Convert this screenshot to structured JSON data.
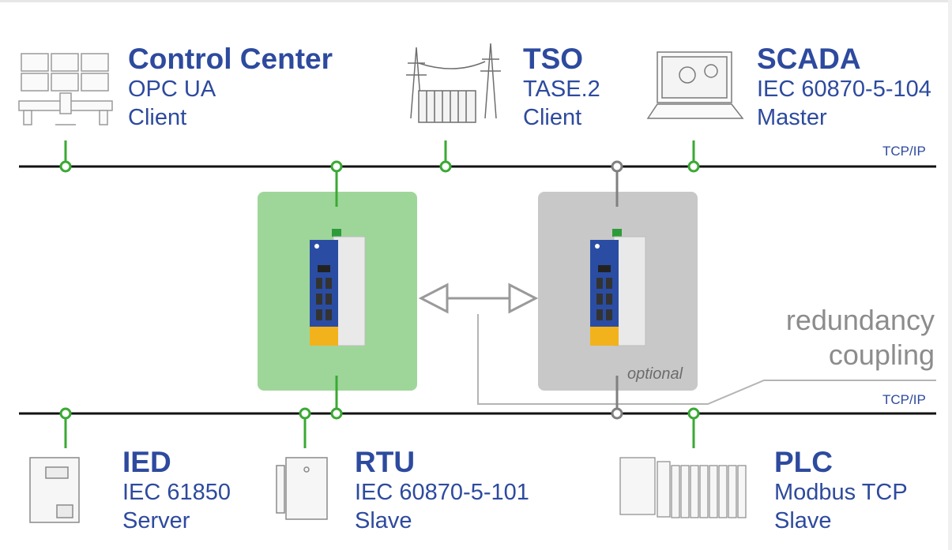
{
  "nodes": {
    "control_center": {
      "title": "Control Center",
      "line1": "OPC UA",
      "line2": "Client"
    },
    "tso": {
      "title": "TSO",
      "line1": "TASE.2",
      "line2": "Client"
    },
    "scada": {
      "title": "SCADA",
      "line1": "IEC 60870-5-104",
      "line2": "Master"
    },
    "ied": {
      "title": "IED",
      "line1": "IEC 61850",
      "line2": "Server"
    },
    "rtu": {
      "title": "RTU",
      "line1": "IEC 60870-5-101",
      "line2": "Slave"
    },
    "plc": {
      "title": "PLC",
      "line1": "Modbus TCP",
      "line2": "Slave"
    }
  },
  "bus_top_label": "TCP/IP",
  "bus_bottom_label": "TCP/IP",
  "redundancy_line1": "redundancy",
  "redundancy_line2": "coupling",
  "optional_label": "optional",
  "colors": {
    "label_blue": "#2d4a9e",
    "active_green": "#3aa934",
    "panel_green": "#9ed69a",
    "panel_grey": "#c8c8c8",
    "bus_black": "#111111",
    "inactive_grey": "#808080"
  }
}
